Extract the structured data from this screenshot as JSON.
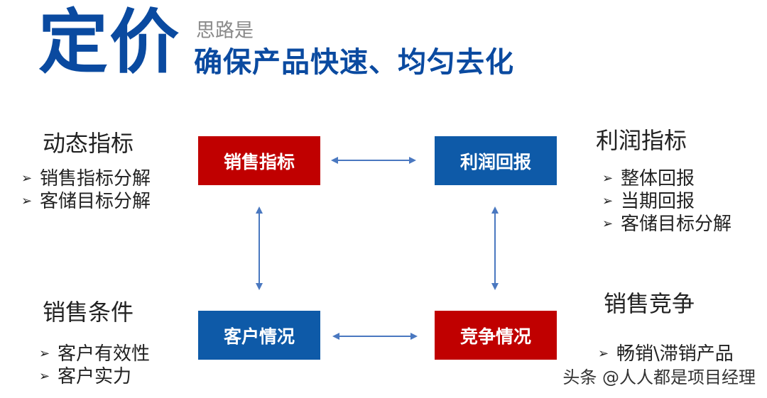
{
  "header": {
    "title": "定价",
    "subtitle_small": "思路是",
    "subtitle_big": "确保产品快速、均匀去化"
  },
  "boxes": {
    "sales_target": "销售指标",
    "profit_return": "利润回报",
    "customer_situation": "客户情况",
    "competition_situation": "竞争情况"
  },
  "groups": {
    "dynamic_indicators": {
      "heading": "动态指标",
      "items": [
        "销售指标分解",
        "客储目标分解"
      ]
    },
    "profit_indicators": {
      "heading": "利润指标",
      "items": [
        "整体回报",
        "当期回报",
        "客储目标分解"
      ]
    },
    "sales_conditions": {
      "heading": "销售条件",
      "items": [
        "客户有效性",
        "客户实力"
      ]
    },
    "sales_competition": {
      "heading": "销售竞争",
      "items": [
        "畅销\\滞销产品"
      ]
    }
  },
  "bullet_mark": "➢",
  "watermark": "头条 @人人都是项目经理",
  "colors": {
    "brand_blue": "#0e5aa8",
    "accent_red": "#c00000",
    "arrow": "#4a78c0"
  }
}
